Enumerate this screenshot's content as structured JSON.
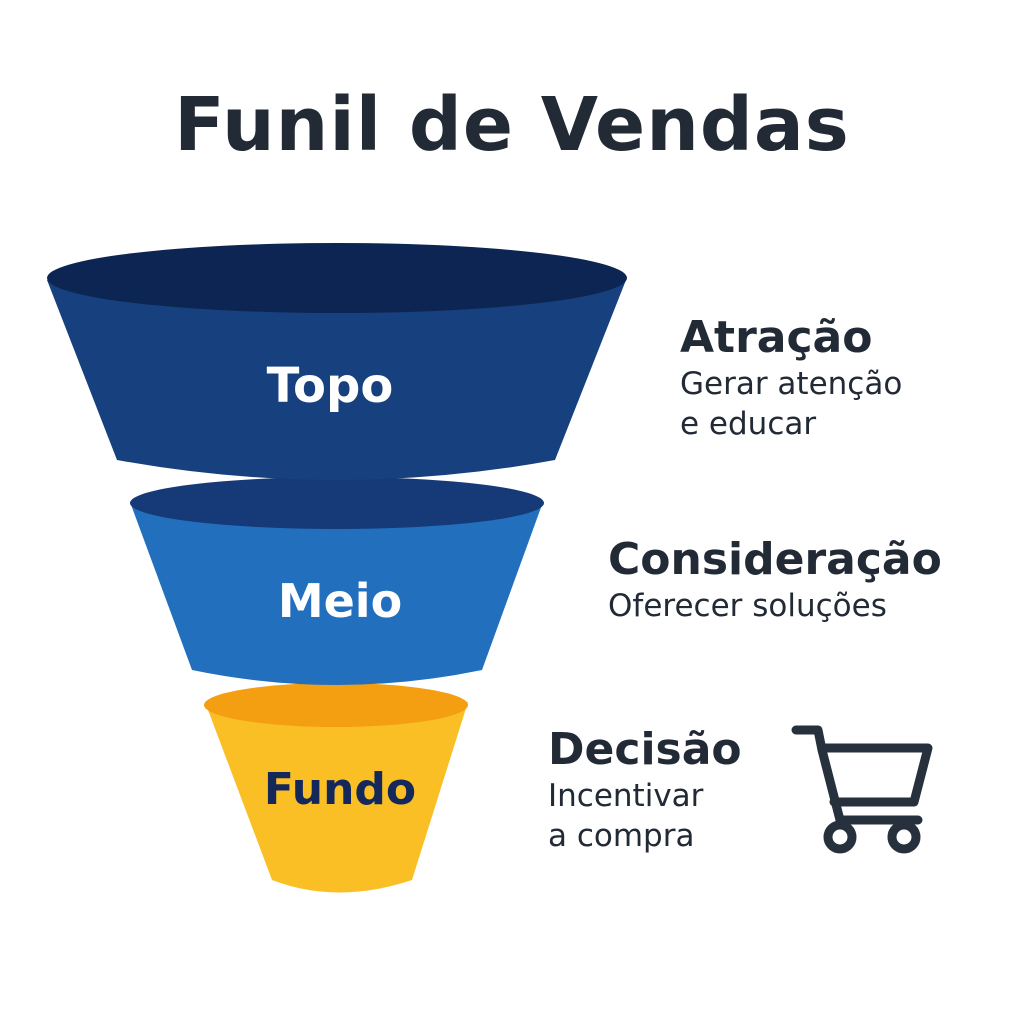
{
  "title": "Funil de Vendas",
  "stages": [
    {
      "label": "Topo",
      "heading": "Atração",
      "desc_line1": "Gerar atenção",
      "desc_line2": "e educar",
      "color": "#17407f",
      "rim_color": "#0c2552"
    },
    {
      "label": "Meio",
      "heading": "Consideração",
      "desc_line1": "Oferecer soluções",
      "desc_line2": "",
      "color": "#226fbd",
      "rim_color": "#163a78"
    },
    {
      "label": "Fundo",
      "heading": "Decisão",
      "desc_line1": "Incentivar",
      "desc_line2": "a compra",
      "color": "#fbbf26",
      "rim_color": "#f49f12"
    }
  ],
  "icons": {
    "cart": "shopping-cart-icon"
  }
}
